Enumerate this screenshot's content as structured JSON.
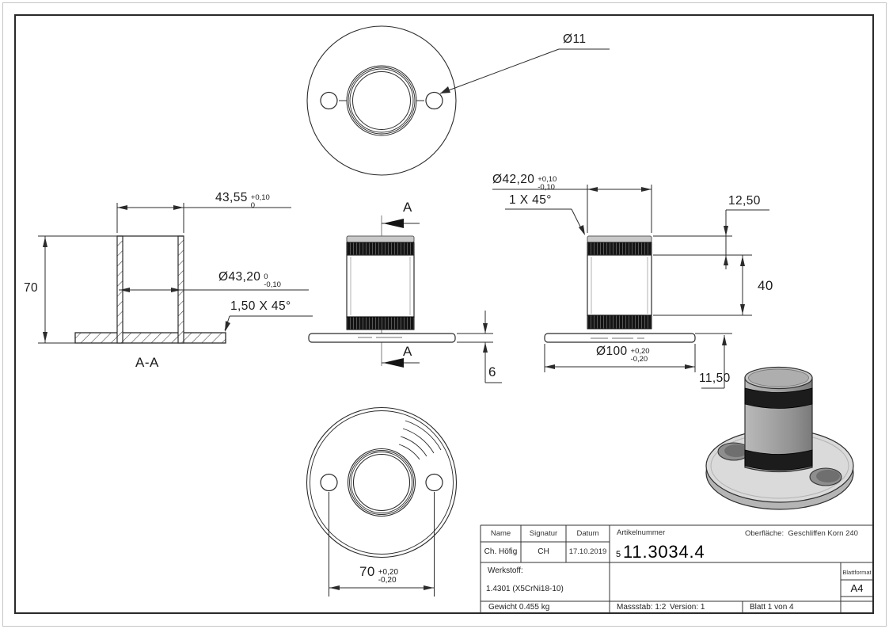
{
  "views": {
    "top_view": {
      "hole_dia": {
        "value": "Ø11"
      }
    },
    "section_view": {
      "label": "A-A",
      "width_dim": {
        "value": "43,55",
        "tol_up": "+0,10",
        "tol_down": "0"
      },
      "height_dim": {
        "value": "70"
      },
      "inner_dia_dim": {
        "value": "Ø43,20",
        "tol_up": "0",
        "tol_down": "-0,10"
      },
      "chamfer_dim": {
        "value": "1,50 X 45°"
      }
    },
    "front_view": {
      "section_label_top": "A",
      "section_label_bottom": "A",
      "plate_thickness_dim": {
        "value": "6"
      }
    },
    "right_view": {
      "outer_dia_dim": {
        "value": "Ø42,20",
        "tol_up": "+0,10",
        "tol_down": "-0,10"
      },
      "chamfer_dim": {
        "value": "1 X 45°"
      },
      "top_height_dim": {
        "value": "12,50"
      },
      "mid_height_dim": {
        "value": "40"
      },
      "plate_dia_dim": {
        "value": "Ø100",
        "tol_up": "+0,20",
        "tol_down": "-0,20"
      },
      "band_height_dim": {
        "value": "11,50"
      }
    },
    "bottom_view": {
      "hole_spacing_dim": {
        "value": "70",
        "tol_up": "+0,20",
        "tol_down": "-0,20"
      }
    }
  },
  "title_block": {
    "name_label": "Name",
    "signatur_label": "Signatur",
    "datum_label": "Datum",
    "name_value": "Ch. Höfig",
    "signatur_value": "CH",
    "datum_value": "17.10.2019",
    "artikelnummer_label": "Artikelnummer",
    "artikelnummer_prefix": "5",
    "artikelnummer_value": "11.3034.4",
    "oberflaeche_label": "Oberfläche:",
    "oberflaeche_value": "Geschliffen Korn 240",
    "werkstoff_label": "Werkstoff:",
    "werkstoff_value": "1.4301 (X5CrNi18-10)",
    "blattformat_label": "Blattformat",
    "blattformat_value": "A4",
    "gewicht": "Gewicht 0.455 kg",
    "massstab": "Massstab: 1:2",
    "version": "Version: 1",
    "blatt": "Blatt 1 von 4"
  }
}
